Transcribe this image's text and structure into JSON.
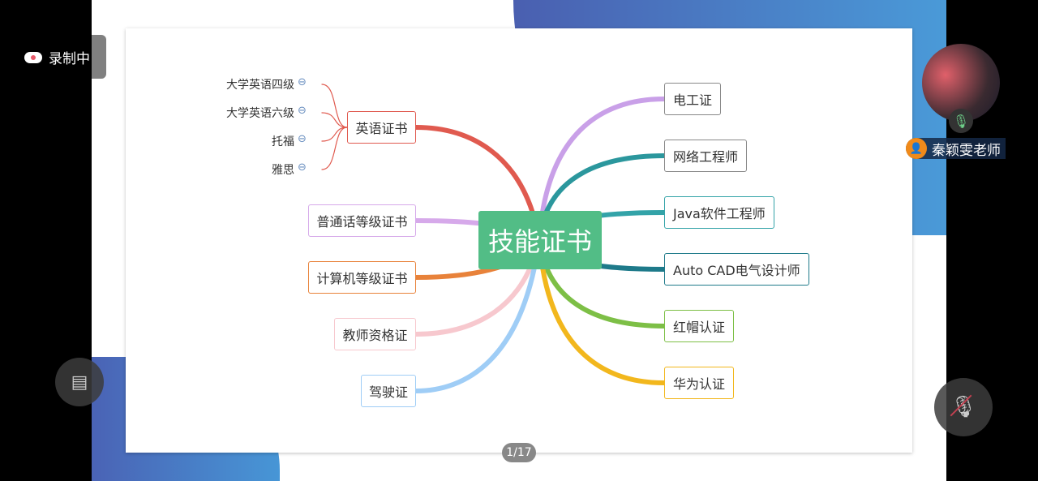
{
  "recording": {
    "label": "录制中"
  },
  "presenter": {
    "name": "秦颖雯老师"
  },
  "pager": "1/17",
  "mindmap": {
    "center": "技能证书",
    "left": [
      {
        "label": "英语证书",
        "color": "#e05a4f",
        "children": [
          "大学英语四级",
          "大学英语六级",
          "托福",
          "雅思"
        ]
      },
      {
        "label": "普通话等级证书",
        "color": "#d6a9ea"
      },
      {
        "label": "计算机等级证书",
        "color": "#e8823a"
      },
      {
        "label": "教师资格证",
        "color": "#f7c8ce"
      },
      {
        "label": "驾驶证",
        "color": "#9fcdf6"
      }
    ],
    "right": [
      {
        "label": "电工证",
        "color": "#c9a0e8"
      },
      {
        "label": "网络工程师",
        "color": "#2b979d"
      },
      {
        "label": "Java软件工程师",
        "color": "#33a3a8"
      },
      {
        "label": "Auto CAD电气设计师",
        "color": "#1e7a8a"
      },
      {
        "label": "红帽认证",
        "color": "#7dbf46"
      },
      {
        "label": "华为认证",
        "color": "#f2b71d"
      }
    ]
  }
}
